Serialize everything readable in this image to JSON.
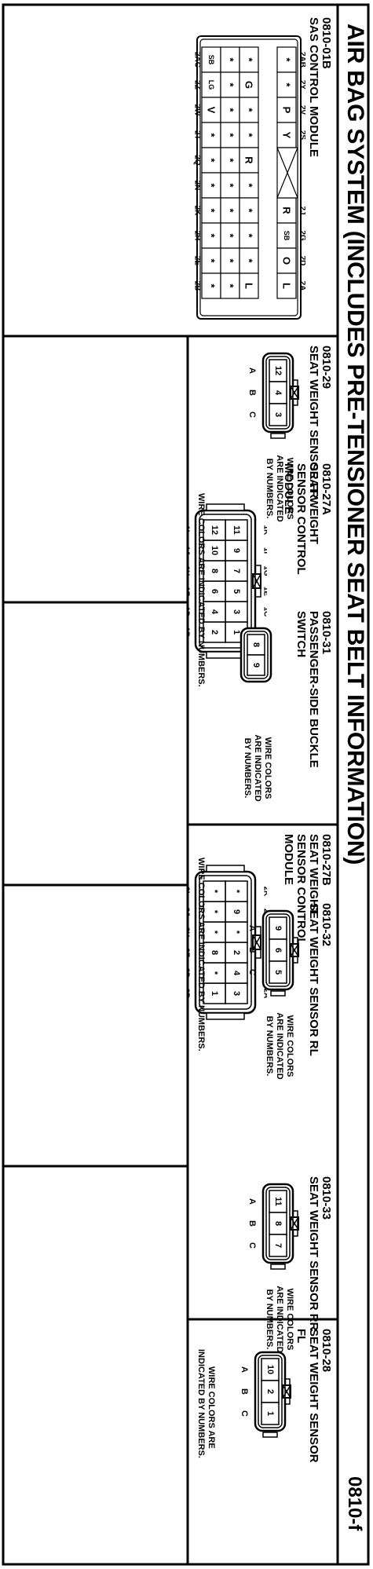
{
  "page": {
    "title": "AIR BAG SYSTEM (INCLUDES PRE-TENSIONER SEAT BELT INFORMATION)",
    "page_number": "0810-f"
  },
  "connectors": {
    "c01b": {
      "code": "0810-01B",
      "name": "SAS CONTROL MODULE",
      "top_labels": [
        "2AB",
        "2Y",
        "2V",
        "2S",
        "2J",
        "2G",
        "2D",
        "2A"
      ],
      "bottom_labels": [
        "2AD",
        "2AA",
        "2X",
        "2U",
        "2R",
        "2O",
        "2L",
        "2I",
        "2F",
        "2C"
      ],
      "mid_labels": [
        "2AC",
        "2Z",
        "2W",
        "2T",
        "2Q",
        "2N",
        "2K",
        "2H",
        "2E",
        "2B"
      ],
      "row1": [
        "*",
        "P",
        "Y",
        "R",
        "SB",
        "O",
        "L"
      ],
      "row1_lead": "*",
      "row2": [
        "*",
        "G",
        "*",
        "*",
        "R",
        "*",
        "*",
        "*",
        "*",
        "L"
      ],
      "row3": [
        "*",
        "*",
        "*",
        "*",
        "*",
        "*",
        "*",
        "*",
        "*",
        "*"
      ],
      "row4": [
        "SB",
        "LG",
        "V",
        "*",
        "*",
        "*",
        "*",
        "*",
        "*",
        "*"
      ]
    },
    "c29": {
      "code": "0810-29",
      "name": "SEAT WEIGHT SENSOR FR",
      "pins": [
        "12",
        "4",
        "3"
      ],
      "letters": [
        "A",
        "B",
        "C"
      ],
      "note": [
        "WIRE COLORS",
        "ARE INDICATED",
        "BY NUMBERS."
      ]
    },
    "c27a": {
      "code": "0810-27A",
      "name": [
        "SEAT WEIGHT",
        "SENSOR CONTROL",
        "MODULE"
      ],
      "row_top": [
        "1",
        "3",
        "5",
        "7",
        "9",
        "11"
      ],
      "row_bottom": [
        "2",
        "4",
        "6",
        "8",
        "10",
        "12"
      ],
      "labels_top": [
        "1A",
        "1C",
        "1E",
        "1G",
        "1I",
        "1K"
      ],
      "labels_bottom": [
        "1B",
        "1D",
        "1F",
        "1H",
        "1J",
        "1L"
      ],
      "note": "WIRE COLORS ARE INDICATED BY NUMBERS."
    },
    "c31": {
      "code": "0810-31",
      "name": [
        "PASSENGER-SIDE BUCKLE",
        "SWITCH"
      ],
      "pins": [
        "8",
        "9"
      ],
      "note": [
        "WIRE COLORS",
        "ARE INDICATED",
        "BY NUMBERS."
      ]
    },
    "c27b": {
      "code": "0810-27B",
      "name": [
        "SEAT WEIGHT",
        "SENSOR CONTROL",
        "MODULE"
      ],
      "row_top": [
        "3",
        "4",
        "2",
        "*",
        "9",
        "*"
      ],
      "row_bottom": [
        "1",
        "*",
        "8",
        "*",
        "*",
        "*"
      ],
      "labels_top": [
        "2A",
        "2C",
        "2E",
        "2G",
        "2I",
        "2K"
      ],
      "labels_bottom": [
        "2B",
        "2D",
        "2F",
        "2H",
        "2J",
        "2L"
      ],
      "note": "WIRE COLORS ARE INDICATED BY NUMBERS."
    },
    "c32": {
      "code": "0810-32",
      "name": "SEAT WEIGHT SENSOR RL",
      "pins": [
        "9",
        "6",
        "5"
      ],
      "letters": [
        "A",
        "B",
        "C"
      ],
      "note": [
        "WIRE COLORS",
        "ARE INDICATED",
        "BY NUMBERS."
      ]
    },
    "c28": {
      "code": "0810-28",
      "name": [
        "SEAT WEIGHT SENSOR",
        "FL"
      ],
      "pins": [
        "10",
        "2",
        "1"
      ],
      "letters": [
        "A",
        "B",
        "C"
      ],
      "note": [
        "WIRE COLORS ARE",
        "INDICATED BY NUMBERS."
      ]
    },
    "c33": {
      "code": "0810-33",
      "name": "SEAT WEIGHT SENSOR RR",
      "pins": [
        "11",
        "8",
        "7"
      ],
      "letters": [
        "A",
        "B",
        "C"
      ],
      "note": [
        "WIRE COLORS",
        "ARE INDICATED",
        "BY NUMBERS."
      ]
    }
  }
}
